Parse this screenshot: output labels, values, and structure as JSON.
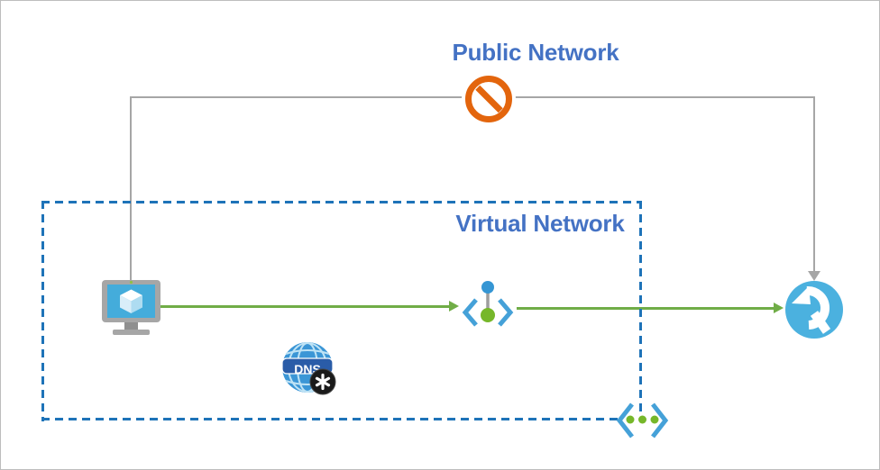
{
  "diagram": {
    "labels": {
      "public_network": "Public Network",
      "virtual_network": "Virtual Network"
    },
    "dns_icon": {
      "text": "DNS"
    },
    "icons": {
      "vm": "virtual-machine-icon",
      "dns": "private-dns-globe-icon",
      "dns_badge": "asterisk-badge-icon",
      "private_endpoint": "private-endpoint-icon",
      "subnet": "subnet-icon",
      "service": "relay-service-icon",
      "blocked": "no-access-icon"
    },
    "colors": {
      "label_text": "#4472C4",
      "vnet_border": "#1E73B8",
      "connector_gray": "#A6A6A6",
      "connector_green": "#70AD47",
      "no_access_orange": "#E3650D",
      "bracket_blue": "#45A1D8",
      "dot_green": "#76B72A",
      "service_circle": "#4BB1DF",
      "dns_globe": "#3B96D6",
      "dns_band": "#2A5CA8",
      "vm_screen": "#44ACDB"
    },
    "connections": [
      "vm -> public-network-path -> blocked -> service (gray, blocked)",
      "vm -> private-endpoint (green arrow)",
      "private-endpoint -> service (green arrow)"
    ]
  }
}
